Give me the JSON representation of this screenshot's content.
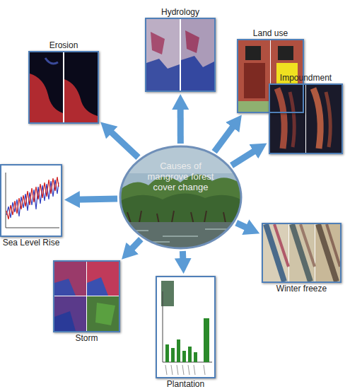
{
  "diagram": {
    "nodes": [
      {
        "text": [
          "Causes of mangrove forest cover change"
        ]
      },
      {
        "text": [
          "Hydrology"
        ]
      },
      {
        "text": [
          "Land use"
        ]
      },
      {
        "text": [
          "Impoundment"
        ]
      },
      {
        "text": [
          "Winter freeze"
        ]
      },
      {
        "text": [
          "Plantation"
        ]
      },
      {
        "text": [
          "Storm"
        ]
      },
      {
        "text": [
          "Sea Level Rise"
        ]
      },
      {
        "text": [
          "Erosion"
        ]
      }
    ],
    "edges": [
      {
        "from": 0,
        "to": 1,
        "arrow": "to"
      },
      {
        "from": 0,
        "to": 2,
        "arrow": "to"
      },
      {
        "from": 0,
        "to": 3,
        "arrow": "to"
      },
      {
        "from": 0,
        "to": 4,
        "arrow": "to"
      },
      {
        "from": 0,
        "to": 5,
        "arrow": "to"
      },
      {
        "from": 0,
        "to": 6,
        "arrow": "to"
      },
      {
        "from": 0,
        "to": 7,
        "arrow": "to"
      },
      {
        "from": 0,
        "to": 8,
        "arrow": "to"
      }
    ]
  }
}
